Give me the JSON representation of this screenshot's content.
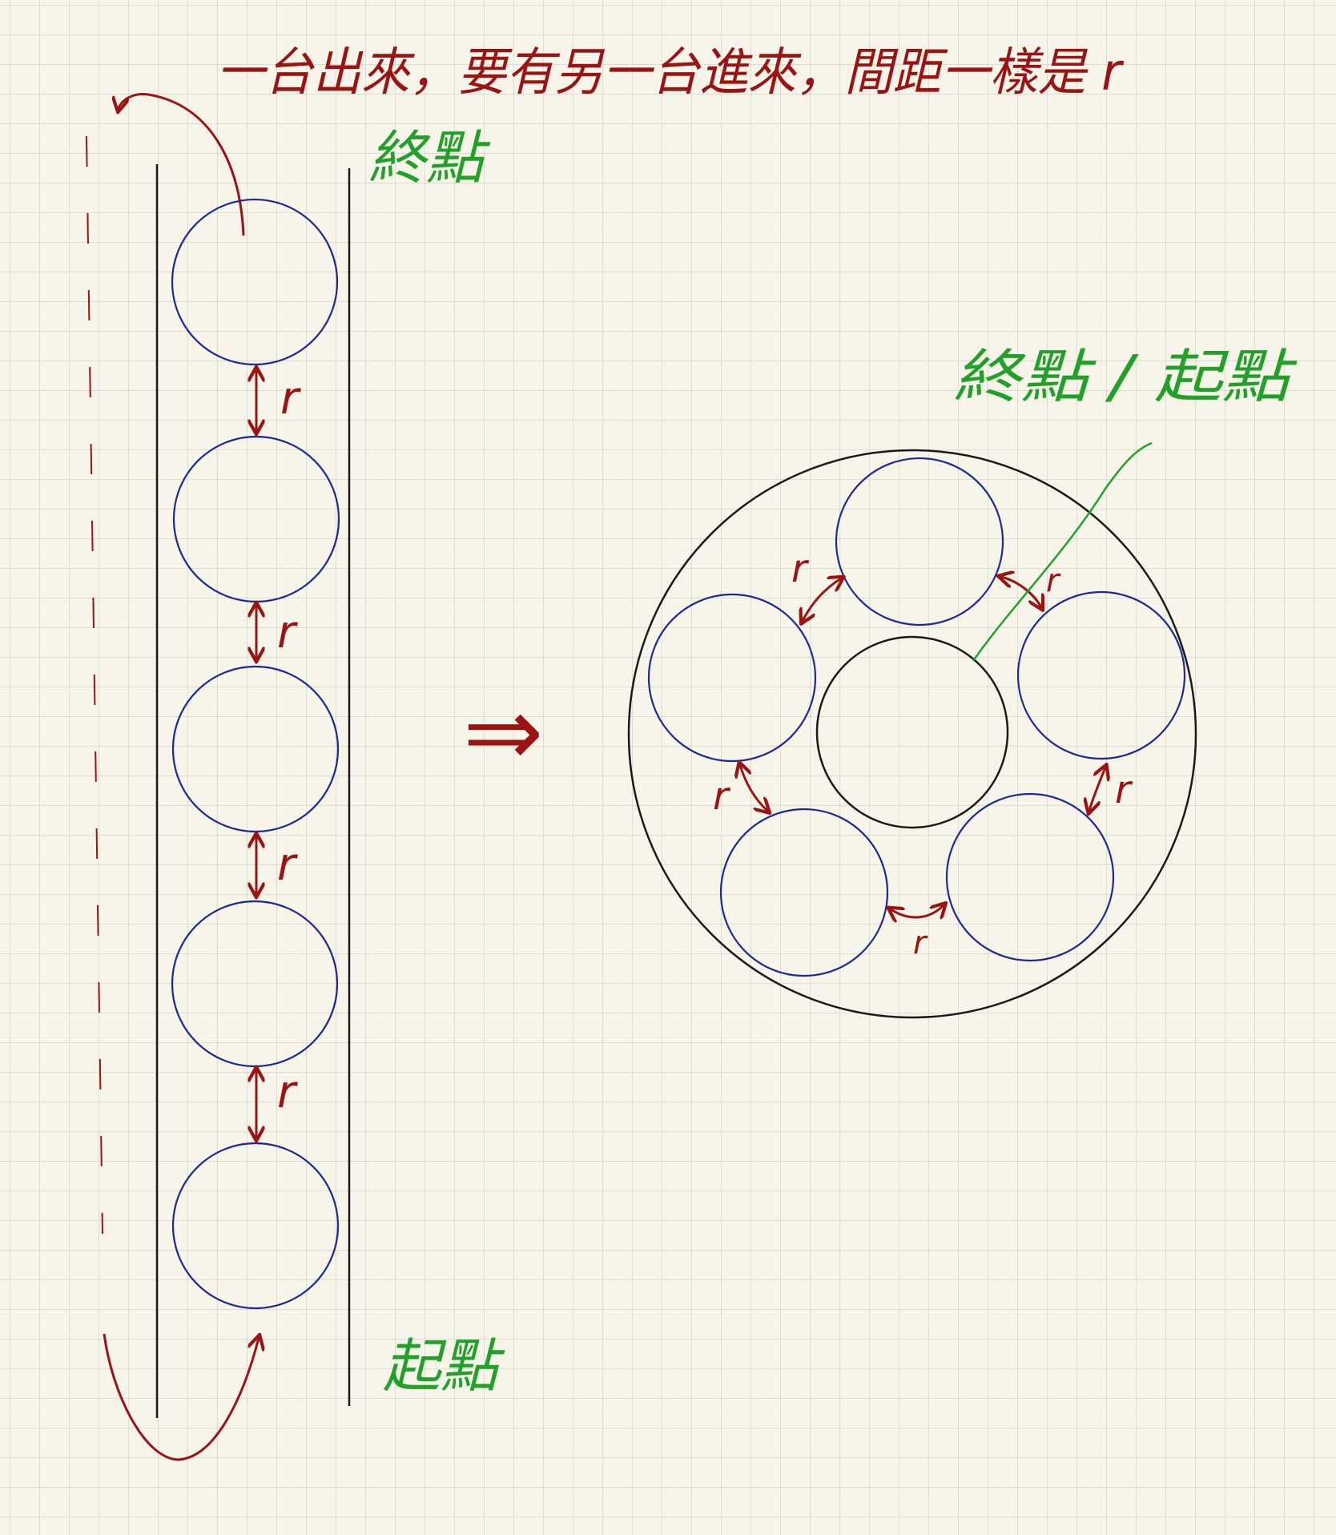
{
  "title_note": "一台出來，要有另一台進來，間距一樣是 r",
  "labels": {
    "end_top": "終點",
    "start_bottom": "起點",
    "ring_label": "終點 / 起點",
    "spacing": "r"
  },
  "arrow_symbol": "⇒",
  "colors": {
    "background": "#f7f4ea",
    "grid": "#dcdcd2",
    "ink_red": "#9a1414",
    "ink_green": "#22a02a",
    "ink_blue": "#1d2a94",
    "ink_black": "#1a1a1a"
  }
}
